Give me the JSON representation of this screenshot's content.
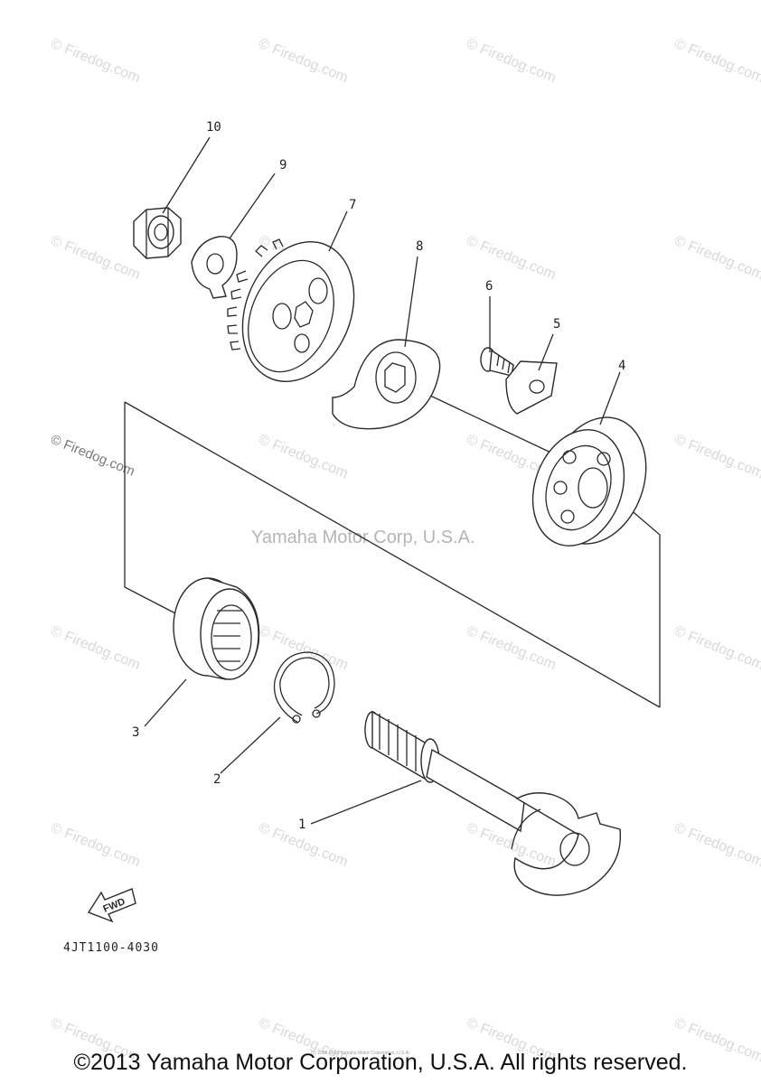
{
  "watermark_text": "© Firedog.com",
  "center_watermark": "Yamaha Motor Corp, U.S.A.",
  "callouts": {
    "p1": "1",
    "p2": "2",
    "p3": "3",
    "p4": "4",
    "p5": "5",
    "p6": "6",
    "p7": "7",
    "p8": "8",
    "p9": "9",
    "p10": "10"
  },
  "fwd_label": "FWD",
  "part_code": "4JT1100-4030",
  "tiny_credit": "(c) 2005-2015 Yamaha Motor Corporation, U.S.A.",
  "footer": "©2013 Yamaha Motor Corporation, U.S.A. All rights reserved.",
  "colors": {
    "ink": "#2a2a2a",
    "watermark": "#d9d9d9"
  }
}
